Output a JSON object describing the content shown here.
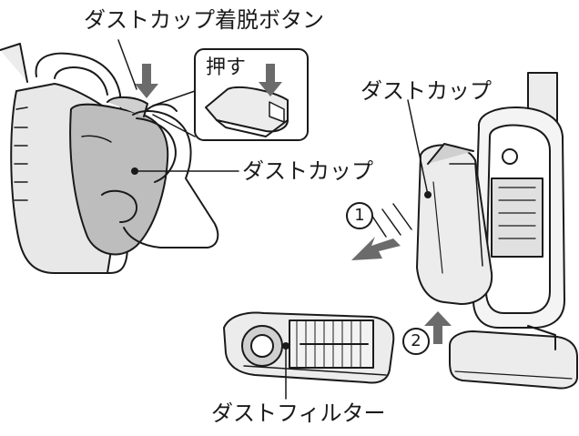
{
  "labels": {
    "release_button": "ダストカップ着脱ボタン",
    "press": "押す",
    "dust_cup_left": "ダストカップ",
    "dust_cup_right": "ダストカップ",
    "dust_filter": "ダストフィルター",
    "button_tag": "押す"
  },
  "steps": {
    "step1": "1",
    "step2": "2"
  },
  "colors": {
    "outline": "#1a1a1a",
    "arrow": "#6b6b6b",
    "body_fill": "#ececec",
    "shade": "#bdbdbd"
  }
}
